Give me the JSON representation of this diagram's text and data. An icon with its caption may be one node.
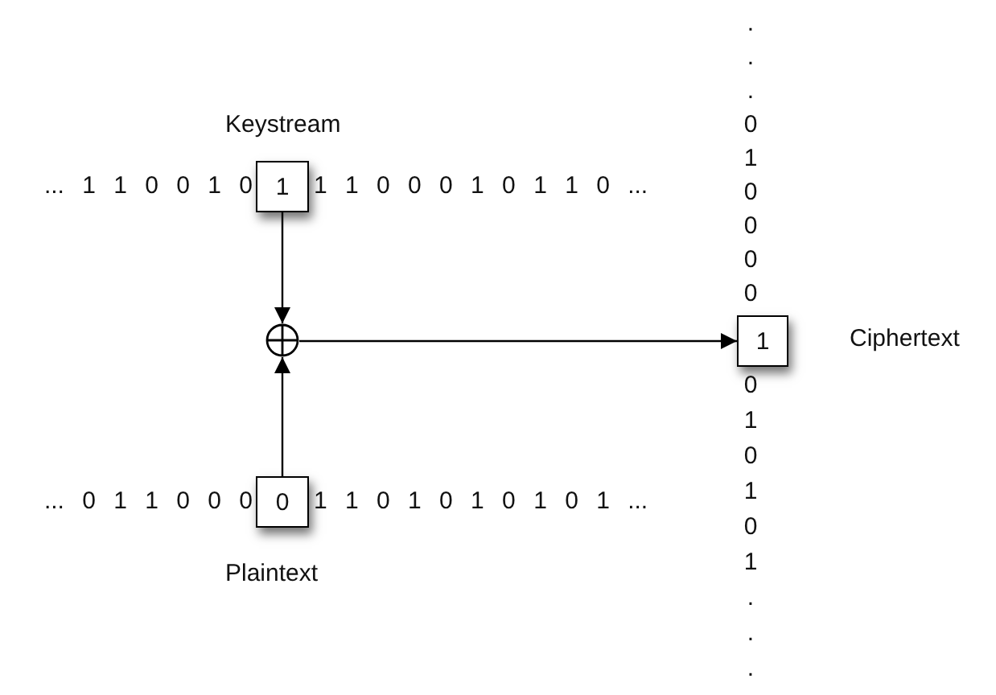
{
  "diagram": {
    "nodes": [
      {
        "text": [
          "1"
        ],
        "beside": [
          "Keystream"
        ]
      },
      {
        "text": [],
        "shape": "circle"
      },
      {
        "text": [
          "0"
        ],
        "beside": [
          "Plaintext"
        ]
      },
      {
        "text": [
          "1"
        ],
        "beside": [
          "Ciphertext"
        ]
      }
    ],
    "edges": [
      {
        "from": 0,
        "to": 1,
        "arrow": "to"
      },
      {
        "from": 2,
        "to": 1,
        "arrow": "to"
      },
      {
        "from": 1,
        "to": 3,
        "arrow": "to"
      }
    ],
    "labels": [
      "... 1 1 0 0 1 0",
      "1 1 0 0 0 1 0 1 1 0 ...",
      "... 0 1 1 0 0 0",
      "1 1 0 1 0 1 0 1 0 1 ...",
      ". . . 0 1 0 0 0 0",
      "0 1 0 1 0 1 . . ."
    ]
  }
}
